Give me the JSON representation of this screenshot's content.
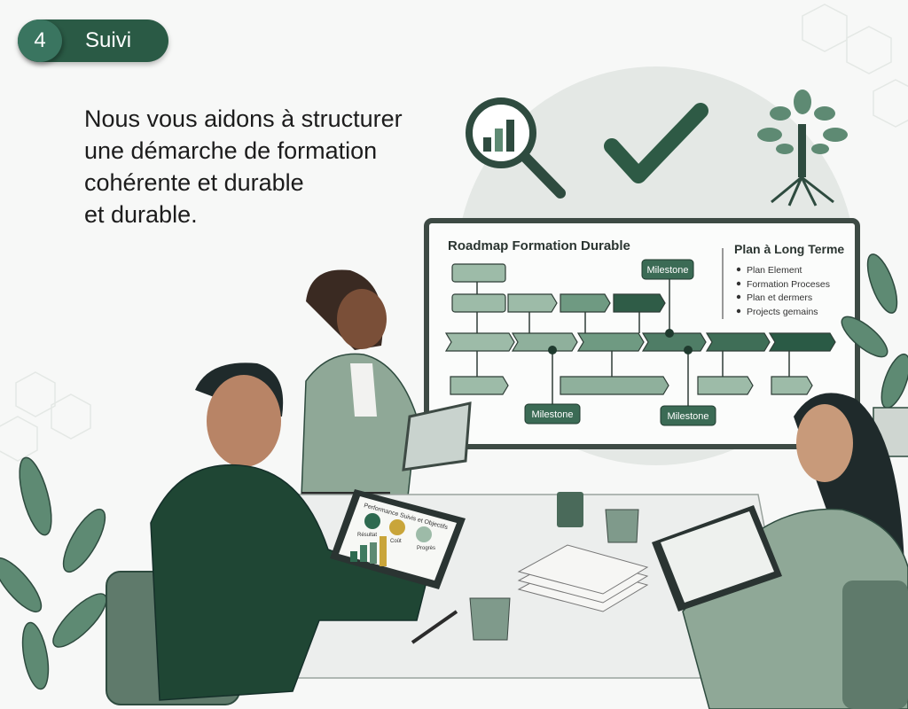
{
  "badge": {
    "number": "4",
    "label": "Suivi"
  },
  "headline": {
    "lines": [
      "Nous vous aidons à structurer",
      "une démarche de formation",
      "cohérente et durable",
      "et durable."
    ]
  },
  "icons": [
    "magnifier-chart-icon",
    "checkmark-icon",
    "tree-icon"
  ],
  "whiteboard": {
    "title": "Roadmap Formation Durable",
    "milestones": [
      "Milestone",
      "Milestone",
      "Milestone"
    ],
    "side_title": "Plan à Long Terme",
    "side_items": [
      "Plan Element",
      "Formation Proceses",
      "Plan et dermers",
      "Projects gemains"
    ]
  },
  "tablet": {
    "title": "Performance Suivis et Objectifs",
    "labels": [
      "Résultat",
      "Coût",
      "Progrès"
    ]
  },
  "colors": {
    "dark_green": "#2a5a45",
    "mid_green": "#5e8a73",
    "light_green": "#8fb09c",
    "bg": "#f7f8f7"
  }
}
